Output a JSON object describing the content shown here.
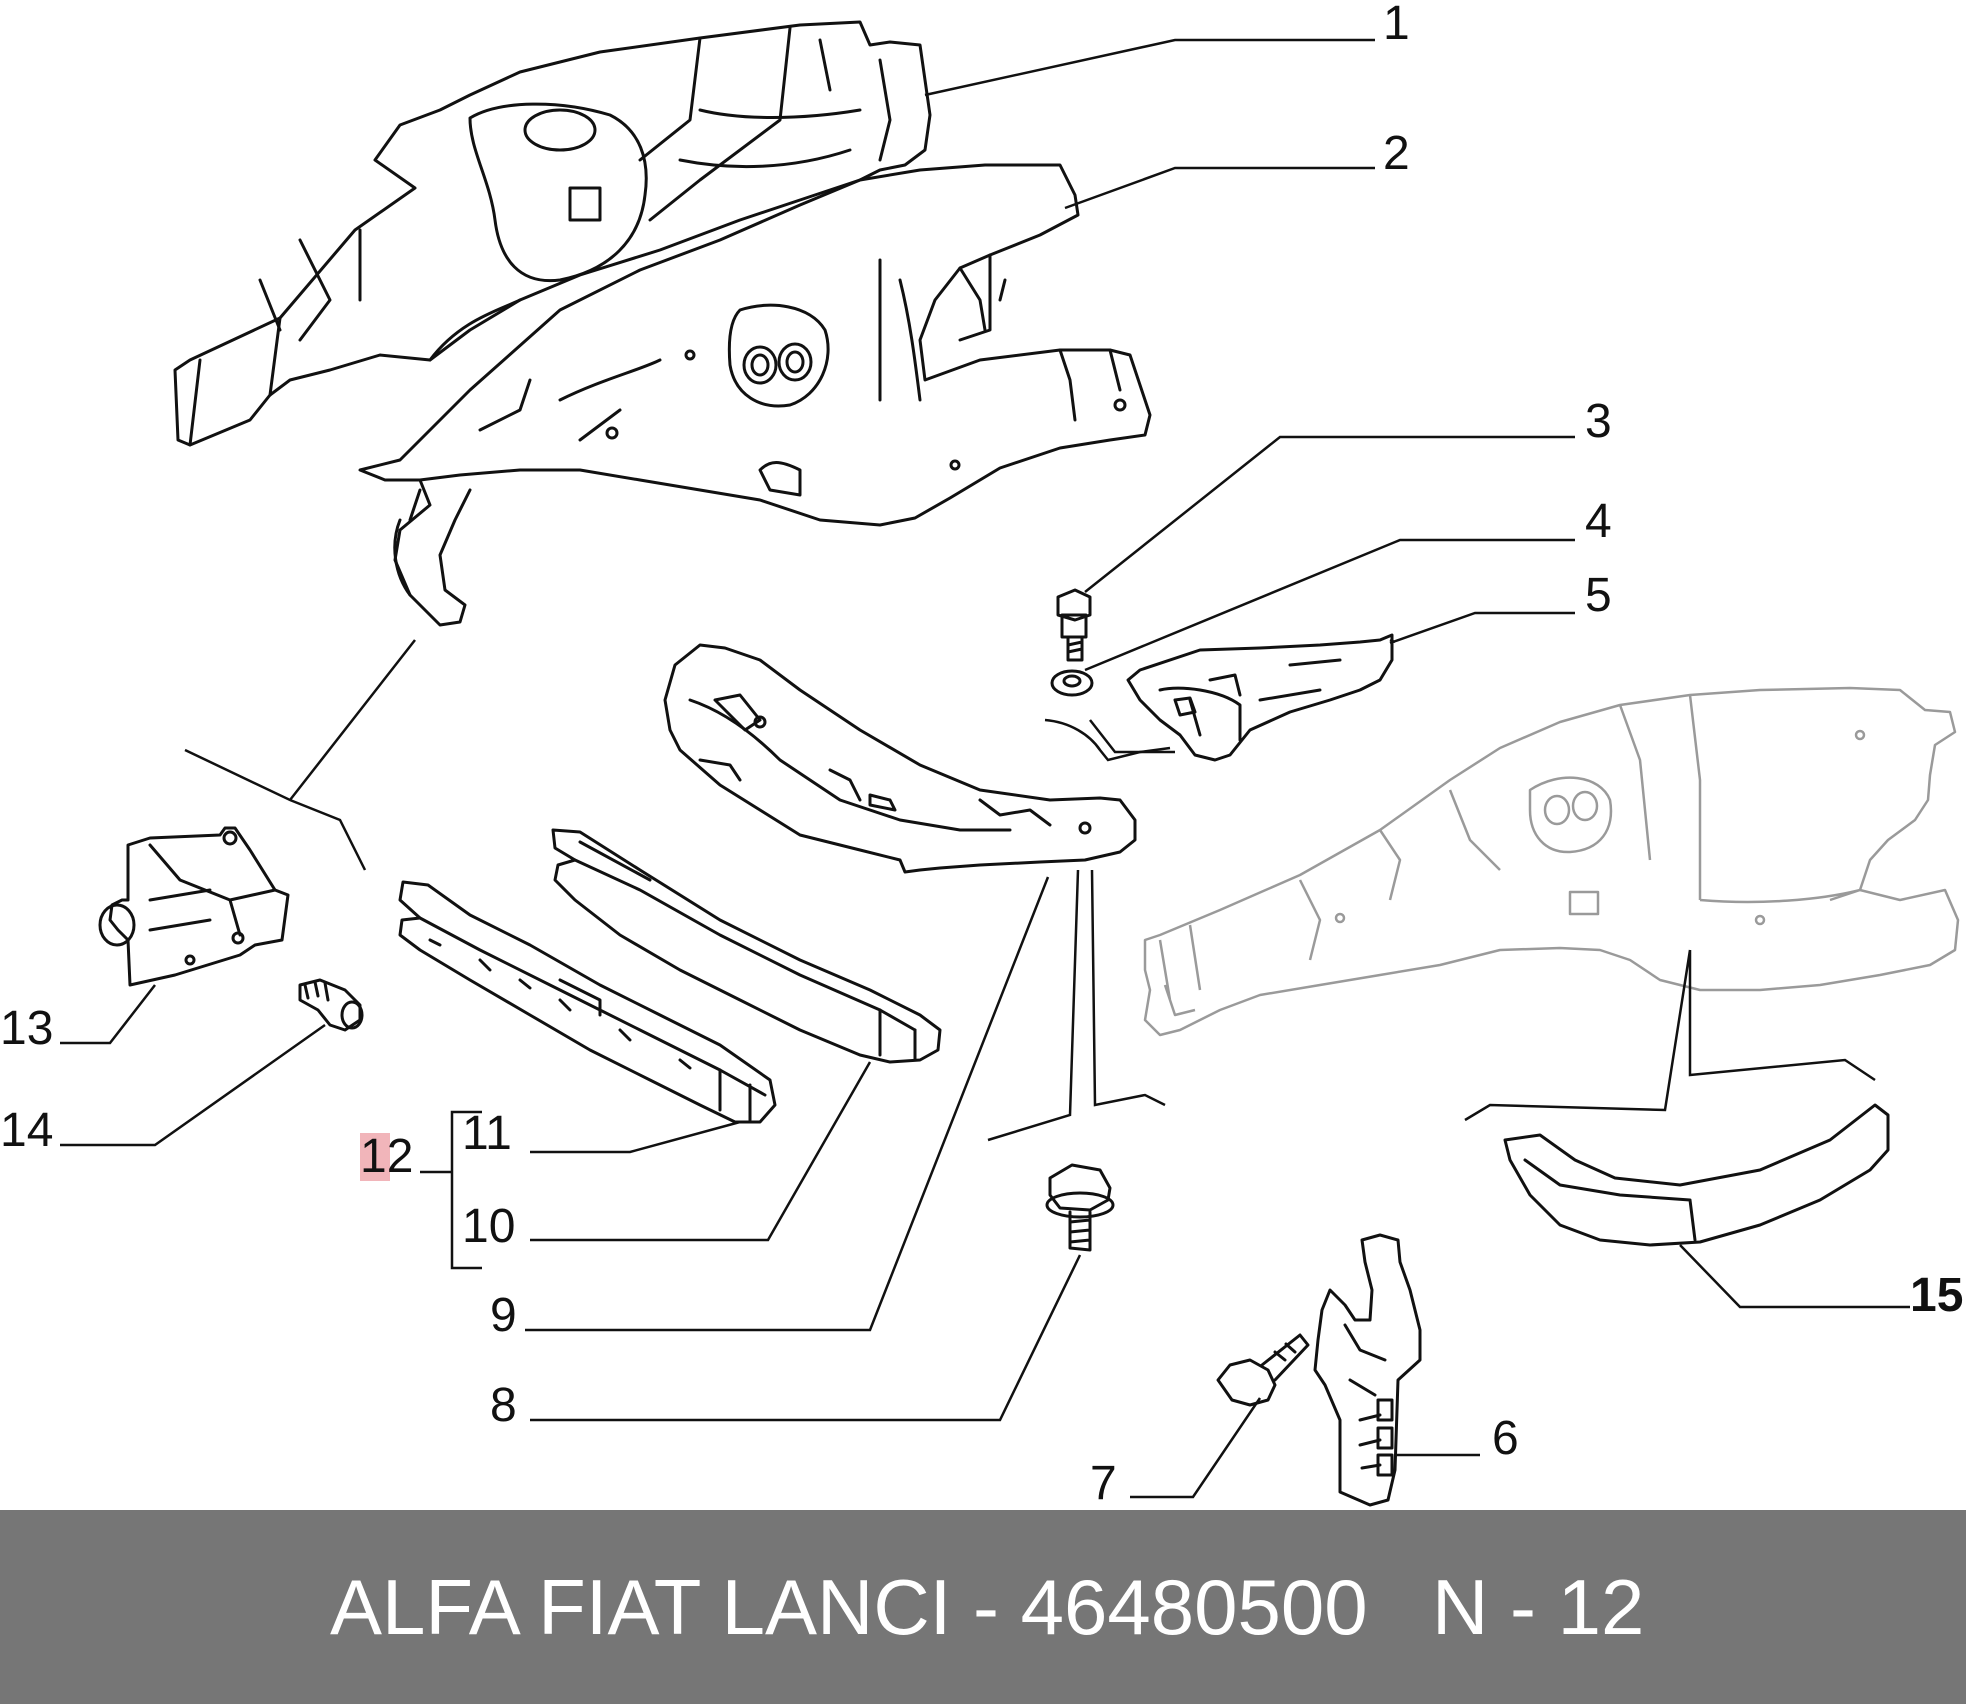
{
  "callouts": {
    "c1": "1",
    "c2": "2",
    "c3": "3",
    "c4": "4",
    "c5": "5",
    "c6": "6",
    "c7": "7",
    "c8": "8",
    "c9": "9",
    "c10": "10",
    "c11": "11",
    "c12": "12",
    "c13": "13",
    "c14": "14",
    "c15": "15"
  },
  "footer": {
    "part_text": "ALFA FIAT LANCI - 46480500",
    "page_text": "N - 12"
  },
  "colors": {
    "footer_bg": "#767676",
    "line": "#111111",
    "ghost_line": "#9a9a9a",
    "highlight": "#e67882"
  }
}
